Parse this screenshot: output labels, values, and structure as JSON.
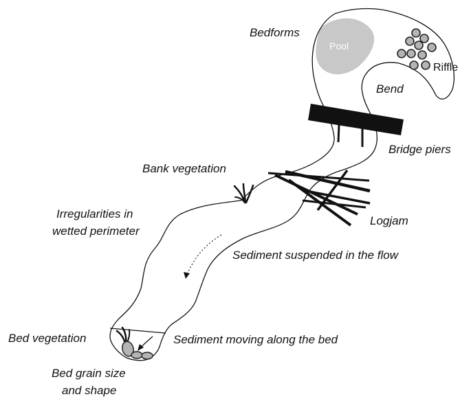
{
  "labels": {
    "bedforms": "Bedforms",
    "pool": "Pool",
    "riffle": "Riffle",
    "bend": "Bend",
    "bridge_piers": "Bridge piers",
    "bank_vegetation": "Bank vegetation",
    "irregularities_line1": "Irregularities in",
    "irregularities_line2": "wetted perimeter",
    "logjam": "Logjam",
    "sediment_suspended": "Sediment suspended in the flow",
    "bed_vegetation": "Bed vegetation",
    "sediment_moving": "Sediment moving along the bed",
    "bed_grain_line1": "Bed grain size",
    "bed_grain_line2": "and shape"
  },
  "colors": {
    "line": "#111111",
    "pool_fill": "#c8c8c8",
    "pebble_fill": "#b4b4b4",
    "bridge_fill": "#111111"
  }
}
